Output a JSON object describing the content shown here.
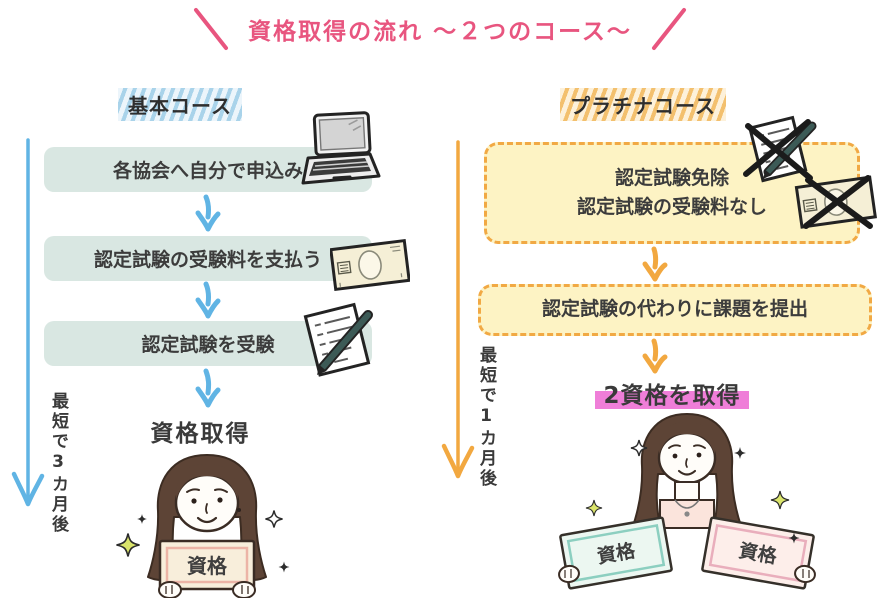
{
  "title": {
    "text": "資格取得の流れ ～２つのコース～"
  },
  "basic_course": {
    "header": "基本コース",
    "steps": [
      {
        "label": "各協会へ自分で申込み",
        "icon": "laptop-icon"
      },
      {
        "label": "認定試験の受験料を支払う",
        "icon": "banknote-icon"
      },
      {
        "label": "認定試験を受験",
        "icon": "exam-sheet-pen-icon"
      }
    ],
    "result": "資格取得",
    "duration": "最短で3カ月後",
    "certificate_label": "資格"
  },
  "platinum_course": {
    "header": "プラチナコース",
    "steps": [
      {
        "lines": [
          "認定試験免除",
          "認定試験の受験料なし"
        ],
        "icons": [
          "crossed-exam-sheet-pen-icon",
          "crossed-banknote-icon"
        ]
      },
      {
        "lines": [
          "認定試験の代わりに課題を提出"
        ]
      }
    ],
    "result": "2資格を取得",
    "duration": "最短で1カ月後",
    "certificate_labels": [
      "資格",
      "資格"
    ]
  },
  "colors": {
    "title_pink": "#e8557f",
    "basic_accent_blue": "#60b4e4",
    "basic_box_bg": "#d9e7e2",
    "platinum_accent_orange": "#f2a840",
    "platinum_box_bg": "#fdf3c4",
    "platinum_border": "#f1a944",
    "result_highlight_magenta": "#ef7ed8",
    "text_dark": "#3c3c3c"
  }
}
